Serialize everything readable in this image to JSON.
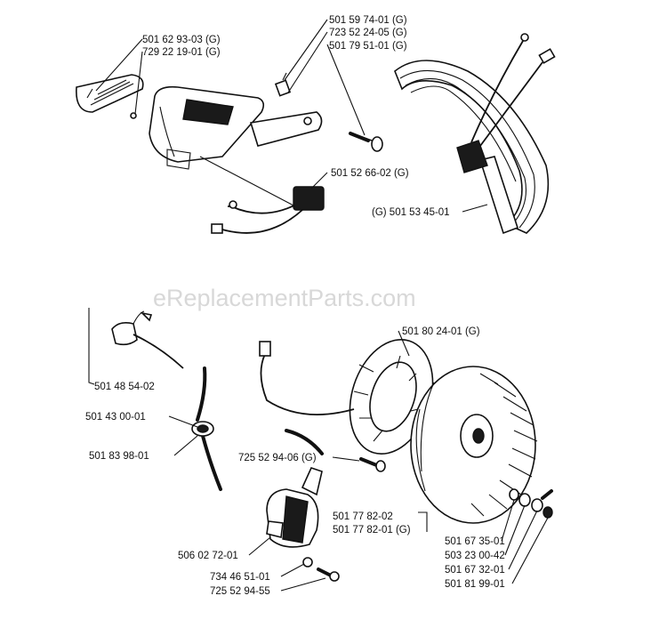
{
  "watermark": "eReplacementParts.com",
  "labels": {
    "l1": "501 62 93-03 (G)",
    "l2": "729 22 19-01 (G)",
    "l3": "501 59 74-01 (G)",
    "l4": "723 52 24-05 (G)",
    "l5": "501 79 51-01 (G)",
    "l6": "501 52 66-02 (G)",
    "l7": "(G) 501 53 45-01",
    "l8": "501 80 24-01 (G)",
    "l9": "501 48 54-02",
    "l10": "501 43 00-01",
    "l11": "501 83 98-01",
    "l12": "725 52 94-06 (G)",
    "l13": "501 77 82-02",
    "l14": "501 77 82-01 (G)",
    "l15": "506 02 72-01",
    "l16": "734 46 51-01",
    "l17": "725 52 94-55",
    "l18": "501 67 35-01",
    "l19": "503 23 00-42",
    "l20": "501 67 32-01",
    "l21": "501 81 99-01"
  }
}
